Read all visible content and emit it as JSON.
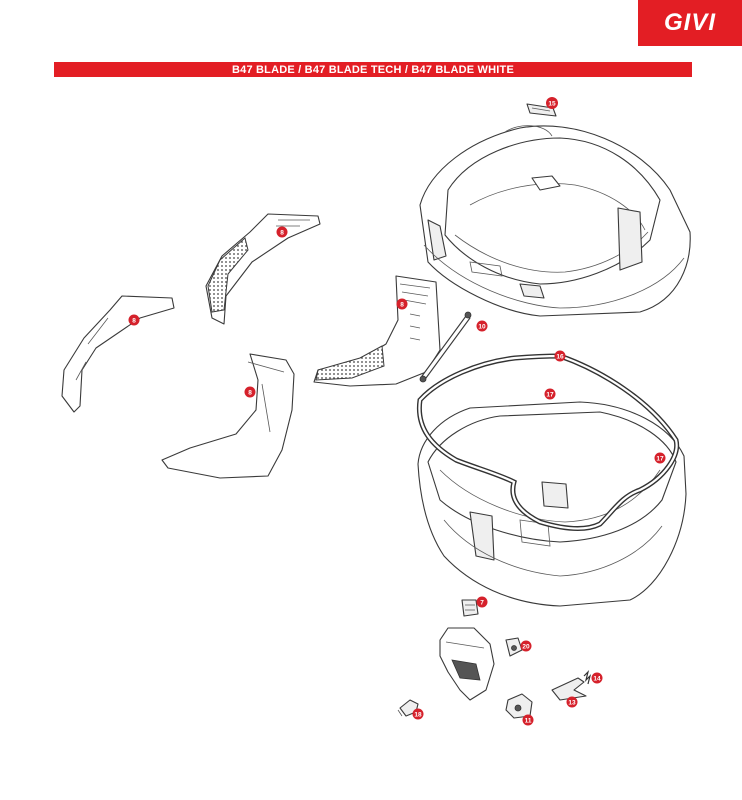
{
  "brand": {
    "logo_text": "GIVI"
  },
  "header": {
    "title": "B47 BLADE / B47 BLADE TECH / B47 BLADE WHITE"
  },
  "callouts": [
    {
      "id": "callout-15",
      "label": "15"
    },
    {
      "id": "callout-8a",
      "label": "8"
    },
    {
      "id": "callout-8b",
      "label": "8"
    },
    {
      "id": "callout-8c",
      "label": "8"
    },
    {
      "id": "callout-8d",
      "label": "8"
    },
    {
      "id": "callout-10",
      "label": "10"
    },
    {
      "id": "callout-16",
      "label": "16"
    },
    {
      "id": "callout-17a",
      "label": "17"
    },
    {
      "id": "callout-17b",
      "label": "17"
    },
    {
      "id": "callout-7",
      "label": "7"
    },
    {
      "id": "callout-20",
      "label": "20"
    },
    {
      "id": "callout-14",
      "label": "14"
    },
    {
      "id": "callout-13",
      "label": "13"
    },
    {
      "id": "callout-11",
      "label": "11"
    },
    {
      "id": "callout-18",
      "label": "18"
    }
  ],
  "colors": {
    "accent": "#e31e24",
    "callout": "#d5212b",
    "line": "#3a3a3a"
  }
}
